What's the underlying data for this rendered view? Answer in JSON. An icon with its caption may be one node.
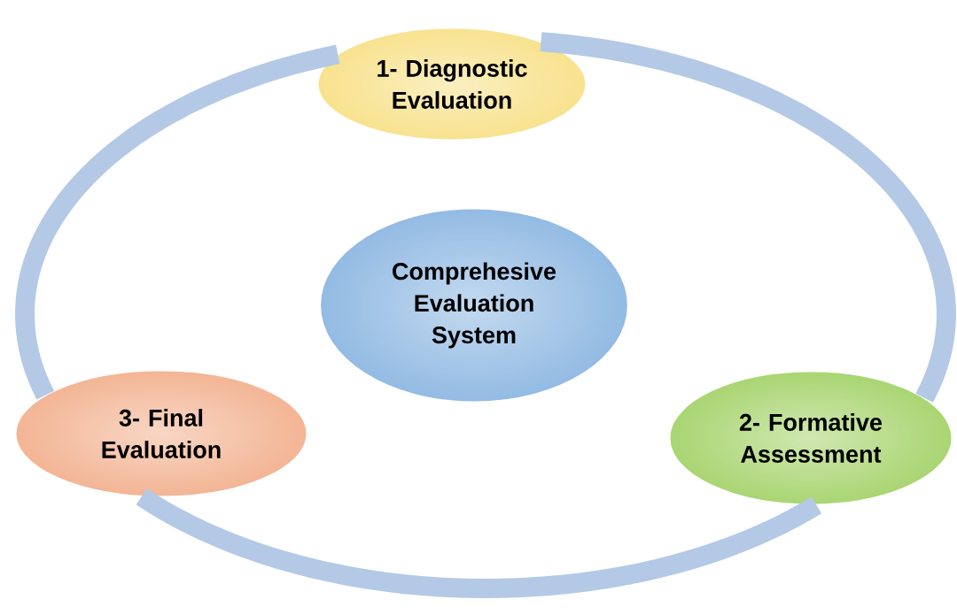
{
  "diagram": {
    "nodes": [
      {
        "text": [
          "1- Diagnostic Evaluation"
        ]
      },
      {
        "text": [
          "Comprehesive Evaluation System"
        ]
      },
      {
        "text": [
          "3- Final Evaluation"
        ]
      },
      {
        "text": [
          "2- Formative Assessment"
        ]
      }
    ],
    "edges": [
      {
        "from": 0,
        "to": 3,
        "arrow": "none"
      },
      {
        "from": 3,
        "to": 2,
        "arrow": "none"
      },
      {
        "from": 2,
        "to": 0,
        "arrow": "none"
      }
    ]
  }
}
